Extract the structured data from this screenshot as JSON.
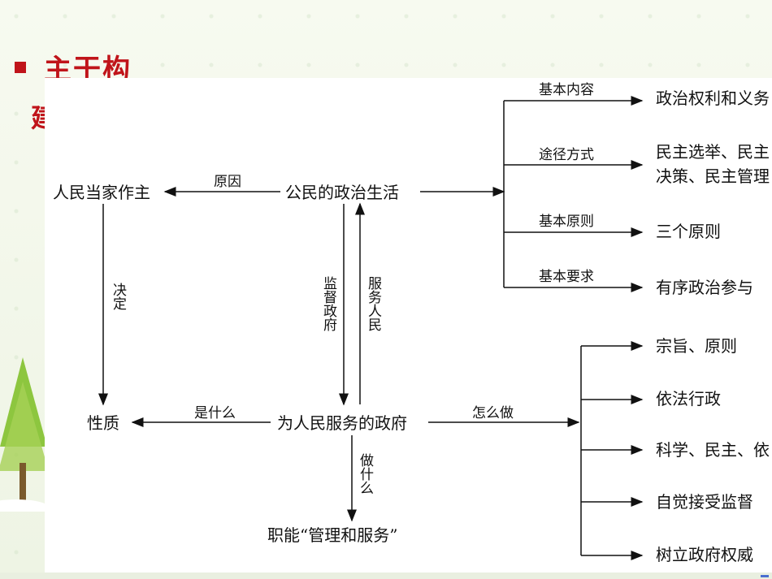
{
  "slide": {
    "title": "主干构",
    "title_fragment": "建"
  },
  "diagram": {
    "node_people": "人民当家作主",
    "node_political_life": "公民的政治生活",
    "node_government": "为人民服务的政府",
    "node_nature": "性质",
    "node_function": "职能“管理和服务”",
    "edge_reason": "原因",
    "edge_decide": "决定",
    "edge_supervise": "监督政府",
    "edge_serve": "服务人民",
    "edge_what_is": "是什么",
    "edge_how": "怎么做",
    "edge_what_do": "做什么",
    "branch_content_label": "基本内容",
    "branch_content_value": "政治权利和义务",
    "branch_way_label": "途径方式",
    "branch_way_value_line1": "民主选举、民主",
    "branch_way_value_line2": "决策、民主管理",
    "branch_principle_label": "基本原则",
    "branch_principle_value": "三个原则",
    "branch_requirement_label": "基本要求",
    "branch_requirement_value": "有序政治参与",
    "how_items": [
      "宗旨、原则",
      "依法行政",
      "科学、民主、依",
      "自觉接受监督",
      "树立政府权威"
    ]
  },
  "colors": {
    "title_red": "#c0141a",
    "line": "#111111"
  }
}
